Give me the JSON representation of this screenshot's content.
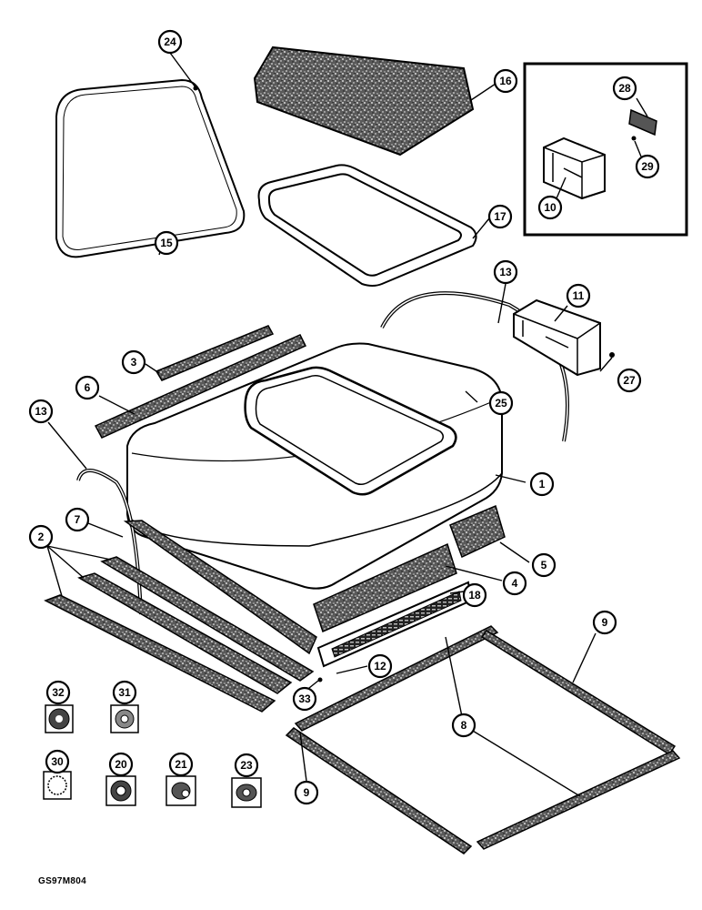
{
  "drawing_code": "GS97M804",
  "callouts": {
    "c24": "24",
    "c16": "16",
    "c28": "28",
    "c29": "29",
    "c10": "10",
    "c15": "15",
    "c17": "17",
    "c13a": "13",
    "c11": "11",
    "c27": "27",
    "c3": "3",
    "c25": "25",
    "c6": "6",
    "c13b": "13",
    "c1": "1",
    "c7": "7",
    "c2": "2",
    "c5": "5",
    "c4": "4",
    "c18": "18",
    "c12": "12",
    "c9a": "9",
    "c32": "32",
    "c31": "31",
    "c33": "33",
    "c8": "8",
    "c30": "30",
    "c20": "20",
    "c21": "21",
    "c23": "23",
    "c9b": "9"
  }
}
